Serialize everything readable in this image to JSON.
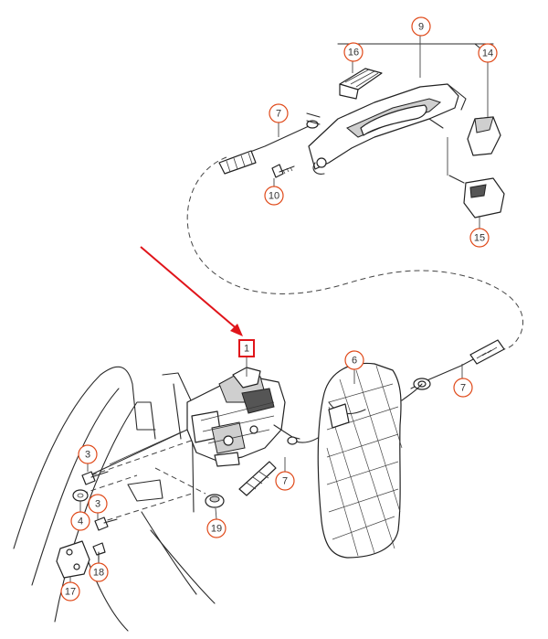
{
  "diagram": {
    "colors": {
      "callout_stroke": "#e04a1a",
      "callout_text": "#333333",
      "highlight_box": "#e0141a",
      "arrow": "#e0141a",
      "line": "#2a2a2a"
    },
    "callouts": [
      {
        "id": "c9",
        "label": "9"
      },
      {
        "id": "c16",
        "label": "16"
      },
      {
        "id": "c14",
        "label": "14"
      },
      {
        "id": "c7a",
        "label": "7"
      },
      {
        "id": "c10",
        "label": "10"
      },
      {
        "id": "c15",
        "label": "15"
      },
      {
        "id": "c1",
        "label": "1",
        "highlighted": true
      },
      {
        "id": "c6",
        "label": "6"
      },
      {
        "id": "c7b",
        "label": "7"
      },
      {
        "id": "c3a",
        "label": "3"
      },
      {
        "id": "c4",
        "label": "4"
      },
      {
        "id": "c3b",
        "label": "3"
      },
      {
        "id": "c7c",
        "label": "7"
      },
      {
        "id": "c19",
        "label": "19"
      },
      {
        "id": "c18",
        "label": "18"
      },
      {
        "id": "c17",
        "label": "17"
      }
    ]
  }
}
